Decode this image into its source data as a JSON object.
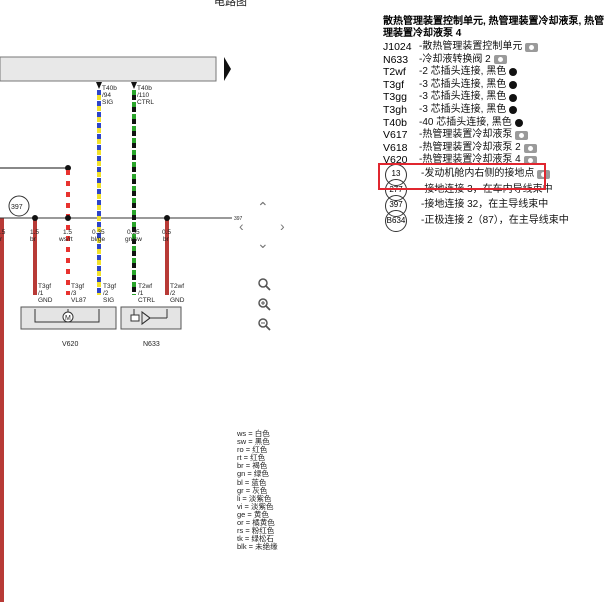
{
  "page": {
    "title": "电路图"
  },
  "diagram": {
    "connectors_top": [
      {
        "id": "t40b_94",
        "lines": [
          "T40b",
          "/94",
          "SIG"
        ]
      },
      {
        "id": "t40b_110",
        "lines": [
          "T40b",
          "/110",
          "CTRL"
        ]
      }
    ],
    "ground_ref": "397",
    "small_ref": "397",
    "wires": [
      {
        "gauge": "1.5",
        "color": "br",
        "stripe": "#b83a36"
      },
      {
        "gauge": "1.5",
        "color": "ws/rt",
        "stripe": "#e8322f"
      },
      {
        "gauge": "0.35",
        "color": "bl/ge",
        "stripe": "#2d44c9"
      },
      {
        "gauge": "0.35",
        "color": "gn/sw",
        "stripe": "#2aa52b"
      },
      {
        "gauge": "0.5",
        "color": "br",
        "stripe": "#b83a36"
      }
    ],
    "left_wire_labels": [
      ".5",
      "r"
    ],
    "pins": [
      {
        "lines": [
          "T3gf",
          "/1",
          "GND"
        ]
      },
      {
        "lines": [
          "T3gf",
          "/3",
          "VL87"
        ]
      },
      {
        "lines": [
          "T3gf",
          "/2",
          "SIG"
        ]
      },
      {
        "lines": [
          "T2wf",
          "/1",
          "CTRL"
        ]
      },
      {
        "lines": [
          "T2wf",
          "/2",
          "GND"
        ]
      }
    ],
    "components": [
      {
        "label": "V620",
        "symbol": "M"
      },
      {
        "label": "N633"
      }
    ]
  },
  "legend": {
    "header": "散热管理装置控制单元, 热管理装置冷却液泵, 热管理装置冷却液泵 4",
    "items": [
      {
        "code": "J1024",
        "desc": "-散热管理装置控制单元",
        "icon": "camera-icon"
      },
      {
        "code": "N633",
        "desc": "-冷却液转换阀 2",
        "icon": "camera-icon"
      },
      {
        "code": "T2wf",
        "desc": "-2 芯插头连接, 黑色",
        "icon": "connector-icon"
      },
      {
        "code": "T3gf",
        "desc": "-3 芯插头连接, 黑色",
        "icon": "connector-icon"
      },
      {
        "code": "T3gg",
        "desc": "-3 芯插头连接, 黑色",
        "icon": "connector-icon"
      },
      {
        "code": "T3gh",
        "desc": "-3 芯插头连接, 黑色",
        "icon": "connector-icon"
      },
      {
        "code": "T40b",
        "desc": "-40 芯插头连接, 黑色",
        "icon": "connector-icon"
      },
      {
        "code": "V617",
        "desc": "-热管理装置冷却液泵",
        "icon": "camera-icon"
      },
      {
        "code": "V618",
        "desc": "-热管理装置冷却液泵 2",
        "icon": "camera-icon"
      },
      {
        "code": "V620",
        "desc": "-热管理装置冷却液泵 4",
        "icon": "camera-icon"
      }
    ],
    "circles": [
      {
        "num": "13",
        "desc": "-发动机舱内右侧的接地点",
        "icon": "camera-icon"
      },
      {
        "num": "277",
        "desc": "-接地连接 3，在车内导线束中"
      },
      {
        "num": "397",
        "desc": "-接地连接 32，在主导线束中"
      },
      {
        "num": "B634",
        "desc": "-正极连接 2（87），在主导线束中"
      }
    ]
  },
  "color_codes": [
    "ws = 白色",
    "sw = 黑色",
    "ro = 红色",
    "rt = 红色",
    "br = 褐色",
    "gn = 绿色",
    "bl = 蓝色",
    "gr = 灰色",
    "li = 淡紫色",
    "vi = 淡紫色",
    "ge = 黄色",
    "or = 橘黄色",
    "rs = 粉红色",
    "tk = 绿松石",
    "blk = 未绝缘"
  ],
  "colors": {
    "highlight": "#e0262f",
    "bus_fill": "#e8e8e8"
  }
}
